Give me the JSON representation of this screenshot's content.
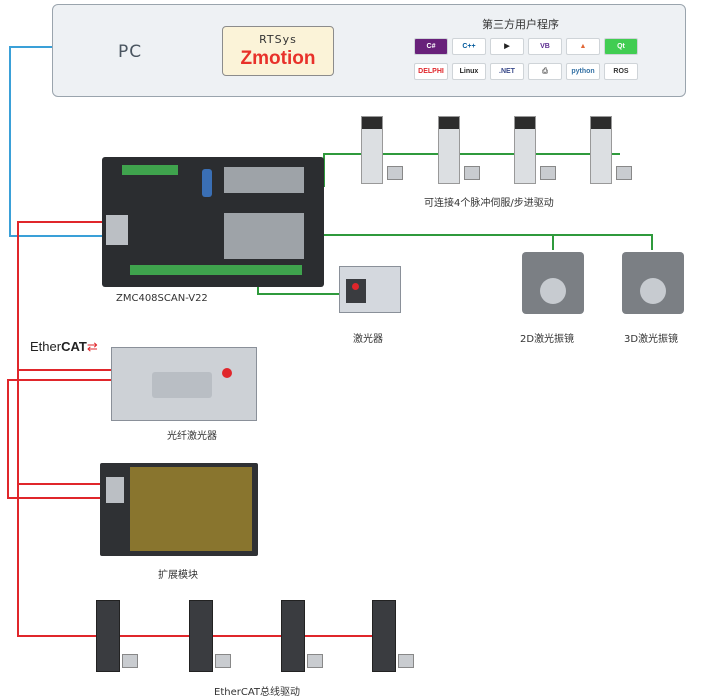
{
  "pc": {
    "label": "PC",
    "rtsys_title": "RTSys",
    "rtsys_brand": "Zmotion",
    "third_party_title": "第三方用户程序",
    "icons_row1": [
      "C#",
      "C++",
      "▶",
      "VB",
      "▲",
      "Qt"
    ],
    "icons_row2": [
      "DELPHI",
      "Linux",
      ".NET",
      "⎙",
      "python",
      "ROS"
    ]
  },
  "controller": {
    "label": "ZMC408SCAN-V22"
  },
  "pulse_drives": {
    "label": "可连接4个脉冲伺服/步进驱动"
  },
  "laser": {
    "label": "激光器"
  },
  "galvo_2d": {
    "label": "2D激光振镜"
  },
  "galvo_3d": {
    "label": "3D激光振镜"
  },
  "ethercat_logo": {
    "text_a": "Ether",
    "text_b": "CAT"
  },
  "fiber_laser": {
    "label": "光纤激光器"
  },
  "expansion": {
    "label": "扩展模块"
  },
  "bus_drives": {
    "label": "EtherCAT总线驱动"
  },
  "colors": {
    "ethernet": "#3aa0d8",
    "pulse": "#2f9a3c",
    "ethercat": "#e0262b"
  }
}
